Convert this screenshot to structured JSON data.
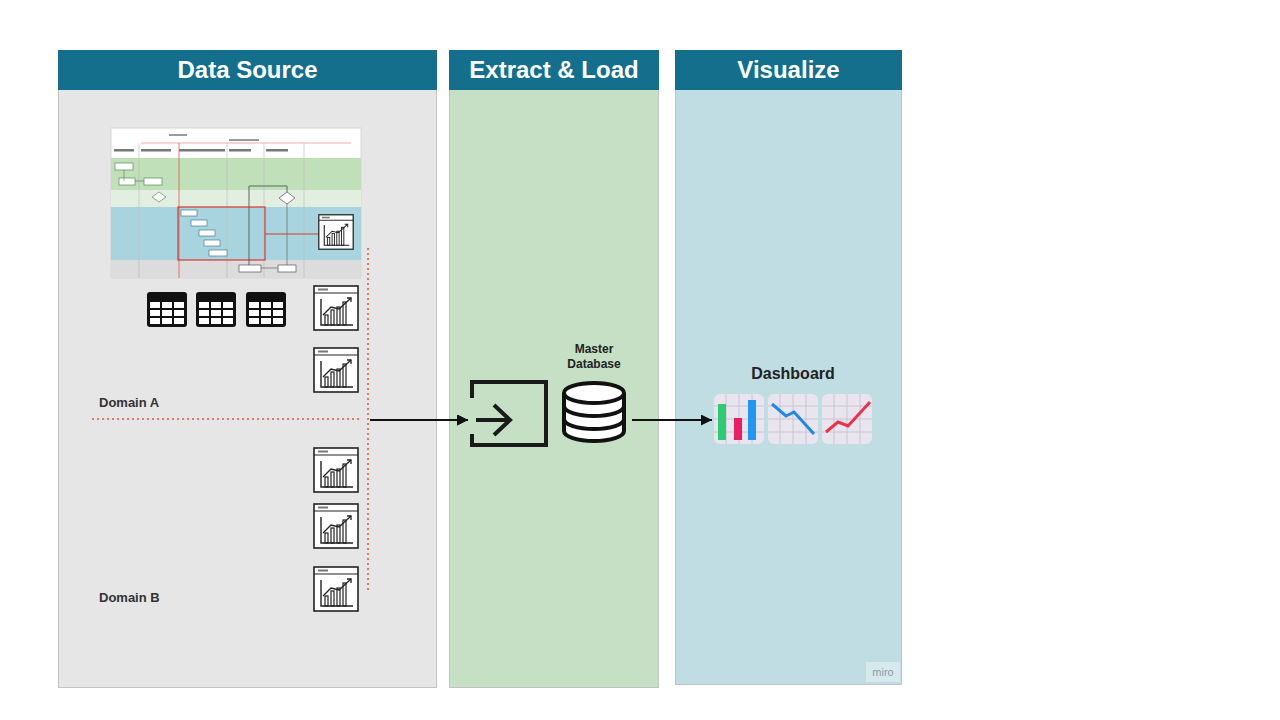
{
  "diagram": {
    "nodes": [
      {
        "text": [
          "Data Source"
        ]
      },
      {
        "text": [
          "Domain A"
        ],
        "in": 0
      },
      {
        "text": [
          "Domain B"
        ],
        "in": 0
      },
      {
        "text": [
          "Extract & Load"
        ]
      },
      {
        "text": [
          "Master Database"
        ],
        "in": 3
      },
      {
        "text": [
          "Visualize"
        ]
      },
      {
        "text": [
          "Dashboard"
        ],
        "in": 5
      }
    ],
    "edges": [
      {
        "from": 1,
        "to": 4,
        "arrow": "to"
      },
      {
        "from": 2,
        "to": 4,
        "arrow": "to"
      },
      {
        "from": 4,
        "to": 6,
        "arrow": "to"
      }
    ],
    "labels": [
      "miro"
    ]
  }
}
